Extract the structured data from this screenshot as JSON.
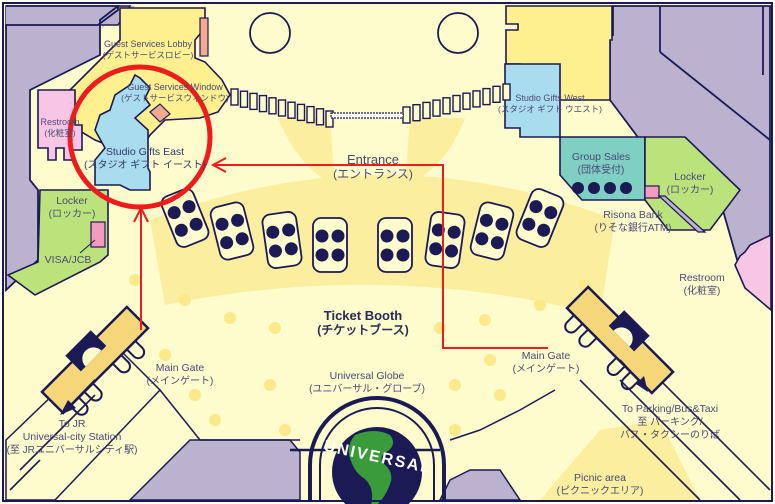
{
  "map": {
    "title": "Universal Studios Japan - Main Entrance Area",
    "colors": {
      "plaza": "#fefbcc",
      "plaza_band": "#fbee9f",
      "building_purple": "#bbb2d0",
      "building_yellow": "#fef08e",
      "shop_blue": "#a8dcee",
      "locker_green": "#bce37b",
      "group_sales_teal": "#7fcfc2",
      "restroom_pink": "#f8c6e4",
      "outline": "#1b1a55",
      "route_red": "#ee1c1c",
      "globe_land": "#3a9b3a"
    },
    "labels": {
      "guest_services_lobby": {
        "en": "Guest Services Lobby",
        "jp": "(ゲストサービスロビー)"
      },
      "guest_services_window": {
        "en": "Guest Services Window",
        "jp": "(ゲストサービスウィンドウ)"
      },
      "restroom_west": {
        "en": "Restroom",
        "jp": "(化粧室)"
      },
      "studio_gifts_east": {
        "en": "Studio Gifts East",
        "jp": "(スタジオ ギフト イースト)"
      },
      "locker_west": {
        "en": "Locker",
        "jp": "(ロッカー)"
      },
      "visa_jcb": {
        "en": "VISA/JCB"
      },
      "entrance": {
        "en": "Entrance",
        "jp": "(エントランス)"
      },
      "studio_gifts_west": {
        "en": "Studio Gifts West",
        "jp": "(スタジオ ギフト ウエスト)"
      },
      "group_sales": {
        "en": "Group Sales",
        "jp": "(団体受付)"
      },
      "locker_east": {
        "en": "Locker",
        "jp": "(ロッカー)"
      },
      "risona_bank": {
        "en": "Risona Bank",
        "jp": "(りそな銀行ATM)"
      },
      "restroom_east": {
        "en": "Restroom",
        "jp": "(化粧室)"
      },
      "ticket_booth": {
        "en": "Ticket Booth",
        "jp": "(チケットブース)"
      },
      "main_gate_west": {
        "en": "Main Gate",
        "jp": "(メインゲート)"
      },
      "main_gate_east": {
        "en": "Main Gate",
        "jp": "(メインゲート)"
      },
      "universal_globe": {
        "en": "Universal Globe",
        "jp": "(ユニバーサル・グローブ)"
      },
      "to_jr_line1": "To JR",
      "to_jr_line2": "Universal-city Station",
      "to_jr_jp": "(至 JRユニバーサルシティ駅)",
      "to_parking_line1": "To Parking/Bus&Taxi",
      "to_parking_jp1": "至 パーキング/",
      "to_parking_jp2": "バス・タクシーのりば",
      "picnic_area": {
        "en": "Picnic area",
        "jp": "(ピクニックエリア)"
      },
      "globe_text": "UNIVERSAL"
    },
    "ticket_booths": {
      "count": 8,
      "windows_per_booth": 4
    },
    "group_sales_windows": 4,
    "highlight": {
      "target": "Studio Gifts East",
      "shape": "circle"
    }
  }
}
